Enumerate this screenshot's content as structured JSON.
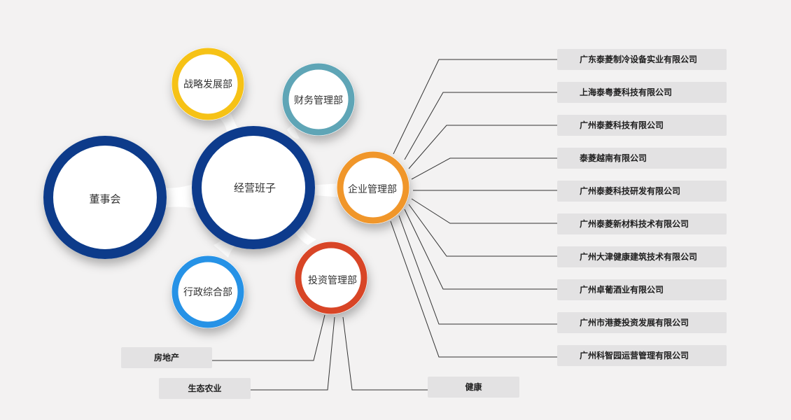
{
  "nodes": {
    "board": "董事会",
    "core": "经营班子",
    "strategy": "战略发展部",
    "finance": "财务管理部",
    "enterprise": "企业管理部",
    "investment": "投资管理部",
    "admin": "行政综合部"
  },
  "enterprise_subsidiaries": [
    "广东泰菱制冷设备实业有限公司",
    "上海泰粤菱科技有限公司",
    "广州泰菱科技有限公司",
    "泰菱越南有限公司",
    "广州泰菱科技研发有限公司",
    "广州泰菱新材料技术有限公司",
    "广州大津健康建筑技术有限公司",
    "广州卓葡酒业有限公司",
    "广州市港菱投资发展有限公司",
    "广州科智园运营管理有限公司"
  ],
  "investment_branches": [
    "房地产",
    "生态农业",
    "健康"
  ],
  "colors": {
    "board_ring": "#083a8a",
    "core_ring": "#0a3a8c",
    "strategy_ring": "#f6c218",
    "finance_ring": "#5fa5b6",
    "enterprise_ring": "#f0962a",
    "investment_ring": "#d84428",
    "admin_ring": "#2592e6",
    "box_fill": "#e3e2e3",
    "line": "#333333"
  }
}
